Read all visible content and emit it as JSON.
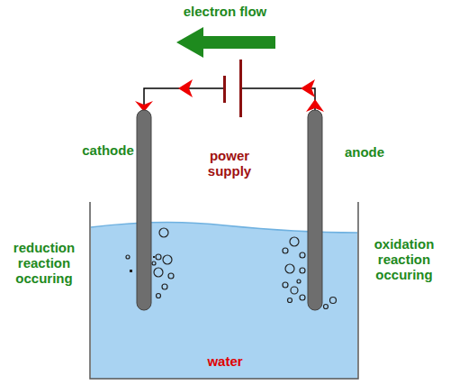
{
  "diagram": {
    "labels": [
      "electron flow",
      "cathode",
      "power supply",
      "anode",
      "reduction reaction occuring",
      "oxidation reaction occuring",
      "water"
    ]
  }
}
